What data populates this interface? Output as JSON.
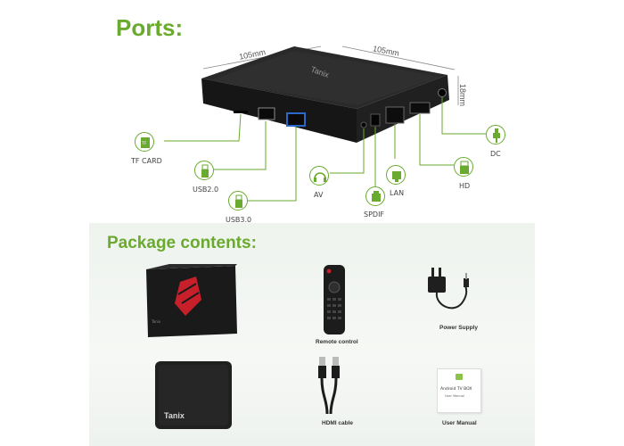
{
  "ports_title": "Ports:",
  "package_title": "Package contents:",
  "dimensions": {
    "width": "105mm",
    "depth": "105mm",
    "height": "18mm"
  },
  "brand": "Tanix",
  "port_labels": {
    "tf_card": "TF CARD",
    "usb2": "USB2.0",
    "usb3": "USB3.0",
    "av": "AV",
    "spdif": "SPDIF",
    "lan": "LAN",
    "hd": "HD",
    "dc": "DC"
  },
  "package_items": {
    "retail_box": "",
    "remote": "Remote control",
    "power": "Power Supply",
    "device": "",
    "hdmi": "HDMI cable",
    "manual": "User Manual"
  },
  "manual_text": {
    "title": "Android TV BOX",
    "subtitle": "User Manual"
  },
  "colors": {
    "accent": "#6aaa2e",
    "device": "#1b1b1b",
    "leader": "#6aaa2e"
  }
}
